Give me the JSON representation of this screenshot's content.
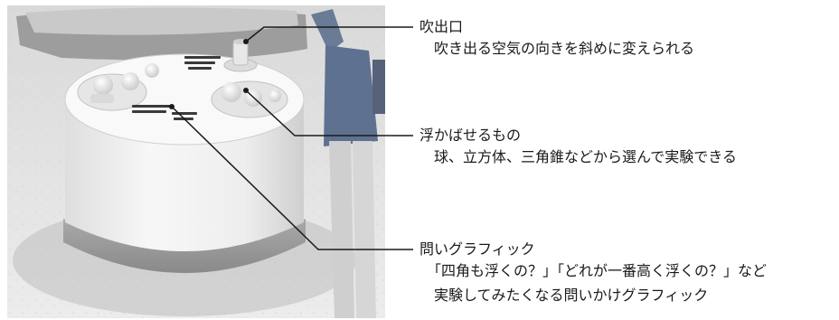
{
  "callouts": [
    {
      "title": "吹出口",
      "lines": [
        "吹き出る空気の向きを斜めに変えられる"
      ]
    },
    {
      "title": "浮かばせるもの",
      "lines": [
        "球、立方体、三角錐などから選んで実験できる"
      ]
    },
    {
      "title": "問いグラフィック",
      "lines": [
        "「四角も浮くの？」「どれが一番高く浮くの？」など",
        "実験してみたくなる問いかけグラフィック"
      ]
    }
  ],
  "colors": {
    "leader_line": "#1a1a1a",
    "floor": "#e3e3e3",
    "drum": "#f4f4f4",
    "shadow": "#9a9a9a"
  }
}
